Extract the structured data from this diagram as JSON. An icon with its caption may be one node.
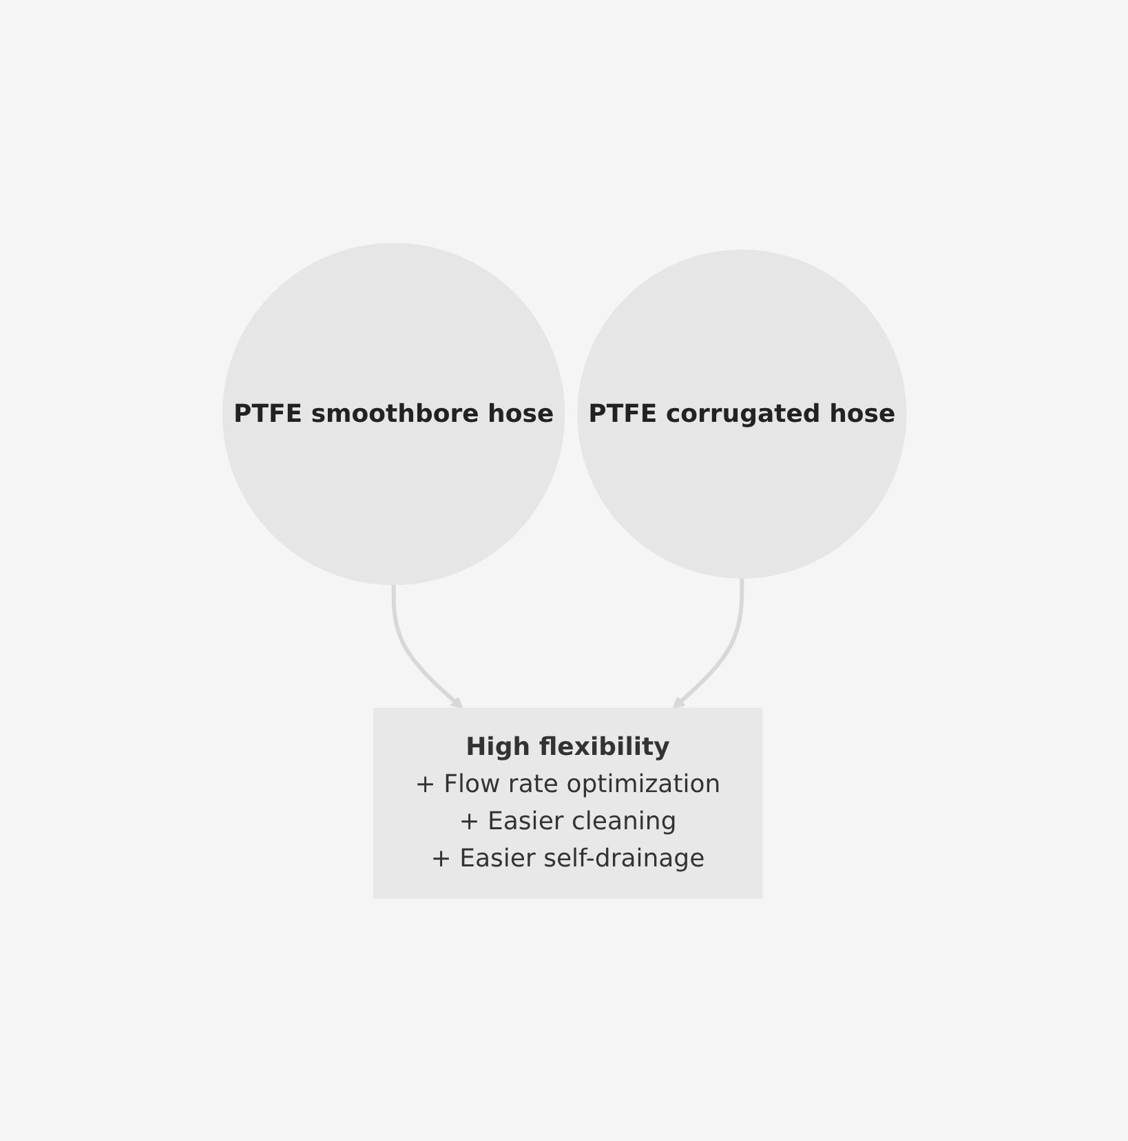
{
  "diagram": {
    "nodes": [
      {
        "text": [
          "PTFE smoothbore hose"
        ]
      },
      {
        "text": [
          "PTFE corrugated hose"
        ]
      },
      {
        "text": [
          "High flexibility",
          "+ Flow rate optimization",
          "+ Easier cleaning",
          "+ Easier self-drainage"
        ]
      }
    ],
    "edges": [
      {
        "from": 0,
        "to": 2,
        "arrow": "to"
      },
      {
        "from": 1,
        "to": 2,
        "arrow": "to"
      }
    ]
  }
}
